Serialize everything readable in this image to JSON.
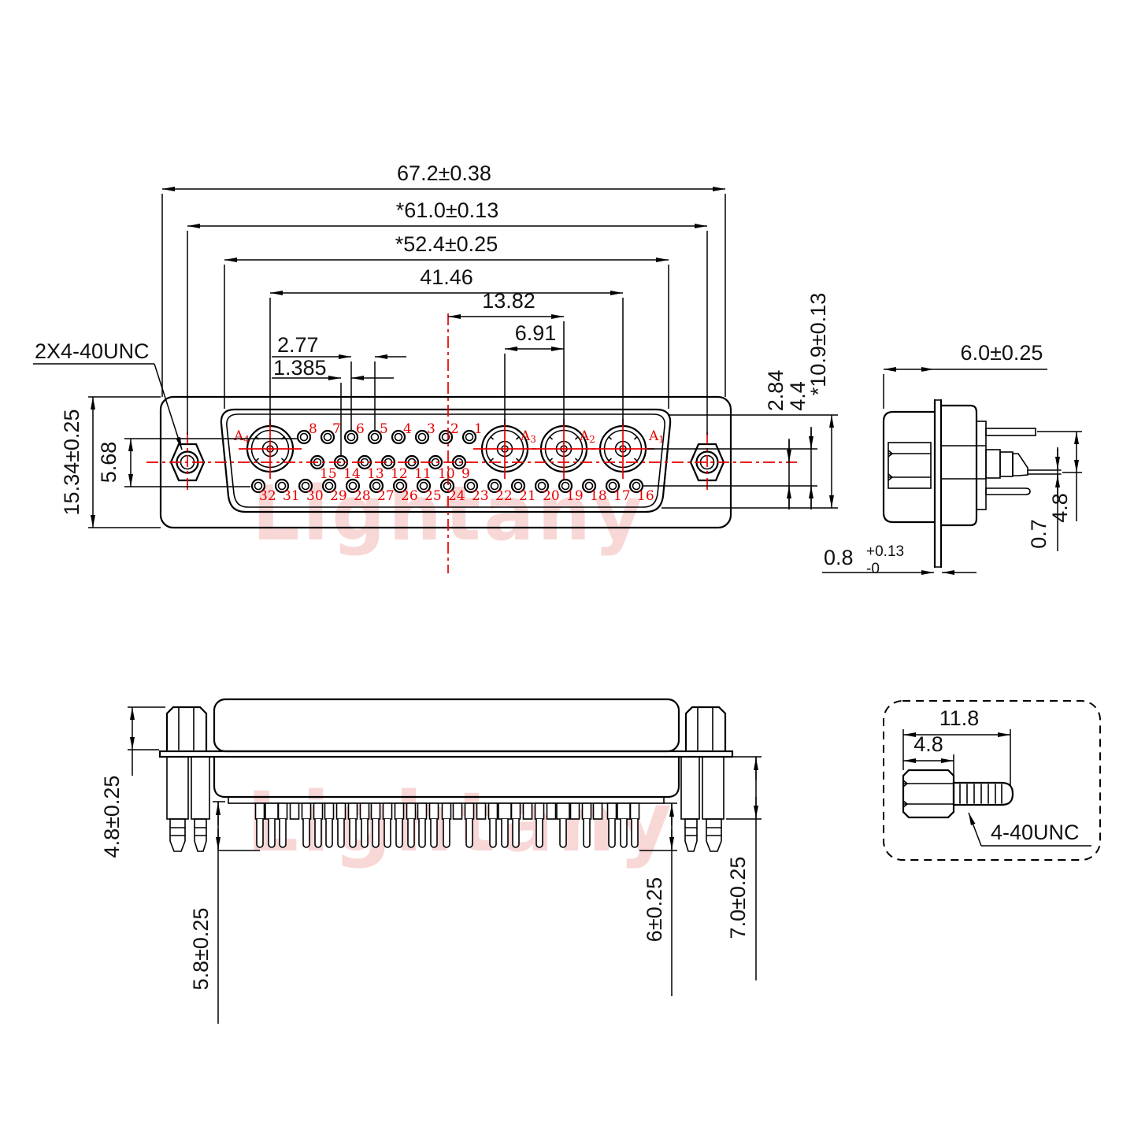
{
  "watermark": "Lightany",
  "front_view": {
    "thread_callout": "2X4-40UNC",
    "dims": {
      "overall_width": "67.2±0.38",
      "mounting_width": "*61.0±0.13",
      "shell_width": "*52.4±0.25",
      "coax_span": "41.46",
      "center_to_coax": "13.82",
      "coax_pitch": "6.91",
      "pin_pitch": "2.77",
      "row_offset": "1.385",
      "flange_height": "15.34±0.25",
      "row_span": "5.68",
      "row_drop": "2.84",
      "coax_drop": "4.4",
      "shell_height": "*10.9±0.13"
    },
    "pins": {
      "top": [
        "8",
        "7",
        "6",
        "5",
        "4",
        "3",
        "2",
        "1"
      ],
      "middle": [
        "15",
        "14",
        "13",
        "12",
        "11",
        "10",
        "9"
      ],
      "bottom": [
        "32",
        "31",
        "30",
        "29",
        "28",
        "27",
        "26",
        "25",
        "24",
        "23",
        "22",
        "21",
        "20",
        "19",
        "18",
        "17",
        "16"
      ],
      "coax": [
        {
          "base": "A",
          "sub": "4"
        },
        {
          "base": "A",
          "sub": "3"
        },
        {
          "base": "A",
          "sub": "2"
        },
        {
          "base": "A",
          "sub": "1"
        }
      ]
    }
  },
  "side_view": {
    "dims": {
      "body_depth": "6.0±0.25",
      "plate_thickness_value": "0.8",
      "plate_thickness_plus": "+0.13",
      "plate_thickness_minus": "-0",
      "pin_diameter": "0.7",
      "tail_pitch": "4.8"
    }
  },
  "bottom_view": {
    "dims": {
      "nut_height": "4.8±0.25",
      "tail_length": "5.8±0.25",
      "pin_protrusion": "6±0.25",
      "screw_protrusion": "7.0±0.25"
    }
  },
  "screw_detail": {
    "dims": {
      "overall_length": "11.8",
      "hex_length": "4.8"
    },
    "thread_label": "4-40UNC"
  }
}
